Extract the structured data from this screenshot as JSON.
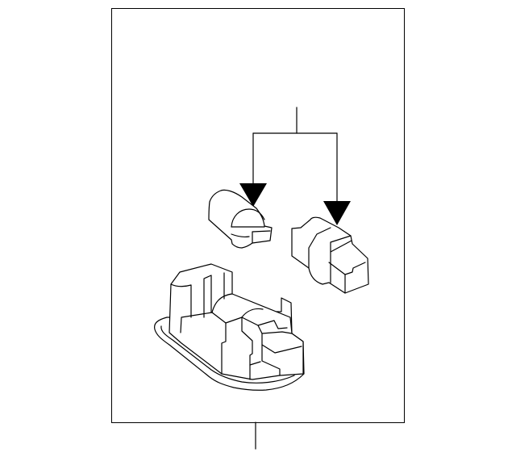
{
  "diagram": {
    "type": "parts-diagram",
    "parts": [
      {
        "name": "license-lamp-bulb-left"
      },
      {
        "name": "license-lamp-bulb-right"
      },
      {
        "name": "license-lamp-housing"
      }
    ],
    "colors": {
      "line": "#000000",
      "background": "#ffffff"
    }
  }
}
